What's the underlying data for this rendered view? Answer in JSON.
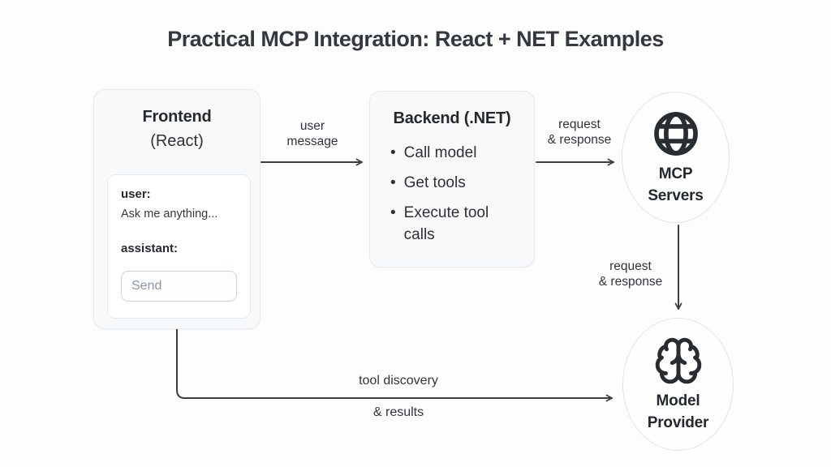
{
  "title": "Practical MCP Integration: React + NET Examples",
  "frontend": {
    "title": "Frontend",
    "subtitle": "(React)",
    "chat": {
      "user_label": "user:",
      "user_message": "Ask me anything...",
      "assistant_label": "assistant:",
      "send_placeholder": "Send"
    }
  },
  "backend": {
    "title": "Backend (.NET)",
    "bullet_char": "•",
    "bullets": [
      "Call model",
      "Get tools",
      "Execute tool calls"
    ]
  },
  "mcp_servers": {
    "icon": "globe-icon",
    "label_line1": "MCP",
    "label_line2": "Servers"
  },
  "model_provider": {
    "icon": "brain-icon",
    "label_line1": "Model",
    "label_line2": "Provider"
  },
  "edges": {
    "frontend_to_backend": {
      "line1": "user",
      "line2": "message"
    },
    "backend_to_mcp": {
      "line1": "request",
      "line2": "& response"
    },
    "mcp_to_model": {
      "line1": "request",
      "line2": "& response"
    },
    "frontend_to_model": {
      "line1": "tool discovery",
      "line2": "& results"
    }
  },
  "colors": {
    "ink": "#2e3338",
    "arrow": "#3a3f45",
    "panel_bg": "#f8f9fa",
    "panel_border": "#e7e9ed",
    "node_border": "#dfe3ee",
    "input_border": "#ccd3de",
    "placeholder_text": "#8d96a5"
  }
}
